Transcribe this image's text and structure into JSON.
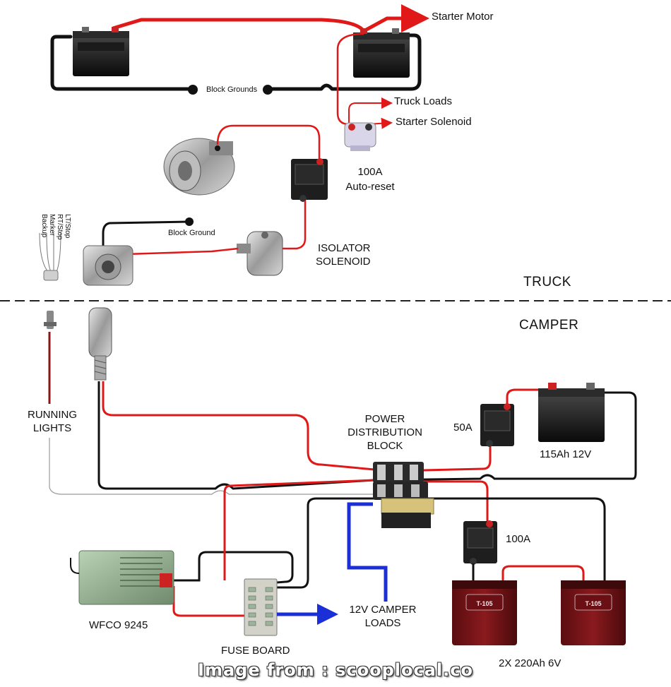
{
  "sections": {
    "truck": "TRUCK",
    "camper": "CAMPER"
  },
  "labels": {
    "starter_motor": "Starter Motor",
    "block_grounds": "Block Grounds",
    "truck_loads": "Truck Loads",
    "starter_solenoid": "Starter Solenoid",
    "breaker_100a_truck": "100A",
    "auto_reset": "Auto-reset",
    "block_ground": "Block Ground",
    "isolator_line1": "ISOLATOR",
    "isolator_line2": "SOLENOID",
    "running_lights_line1": "RUNNING",
    "running_lights_line2": "LIGHTS",
    "pdb_line1": "POWER",
    "pdb_line2": "DISTRIBUTION",
    "pdb_line3": "BLOCK",
    "breaker_50a": "50A",
    "battery_115": "115Ah 12V",
    "breaker_100a_camper": "100A",
    "camper_loads_line1": "12V CAMPER",
    "camper_loads_line2": "LOADS",
    "wfco": "WFCO 9245",
    "fuse_board": "FUSE BOARD",
    "batteries_6v": "2X 220Ah 6V"
  },
  "trailer_plug_pins": [
    "LT/Stop",
    "RT/Stop",
    "Marker",
    "Backup"
  ],
  "battery_brand": "T-105",
  "watermark": "Image from : scooplocal.co",
  "colors": {
    "positive": "#e01818",
    "ground": "#111111",
    "loads": "#1a2fd6",
    "running_lights": "#8b1414",
    "divider": "#222222"
  }
}
